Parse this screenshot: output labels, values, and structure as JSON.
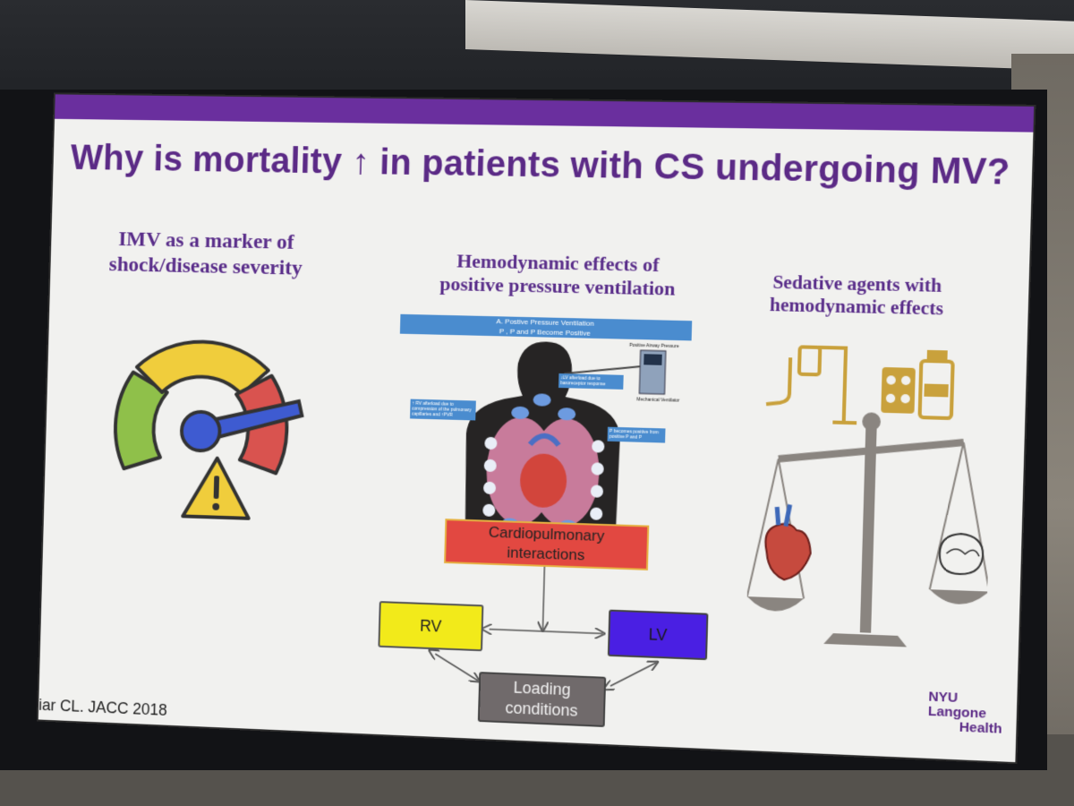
{
  "slide": {
    "title": "Why is mortality ↑ in patients with CS undergoing MV?",
    "columns": [
      {
        "heading_line1": "IMV as a marker of",
        "heading_line2": "shock/disease severity"
      },
      {
        "heading_line1": "Hemodynamic effects of",
        "heading_line2": "positive pressure ventilation"
      },
      {
        "heading_line1": "Sedative agents with",
        "heading_line2": "hemodynamic effects"
      }
    ],
    "ppv_diagram": {
      "header_line1": "A. Postive Pressure Ventilation",
      "header_line2": "P , P and P Become Positive",
      "note_airway": "Positive Airway Pressure",
      "note_ventilator": "Mechanical Ventilator",
      "note_lv": "↓LV afterload due to baroreceptor response",
      "note_rv": "↑ RV afterload due to compression of the pulmonary capillaries and ↑PVR",
      "note_positive": "P becomes positive from positive P and P"
    },
    "flow": {
      "cardio_line1": "Cardiopulmonary",
      "cardio_line2": "interactions",
      "rv": "RV",
      "lv": "LV",
      "loading_line1": "Loading",
      "loading_line2": "conditions"
    },
    "citation": "iar CL. JACC 2018",
    "logo": {
      "line1": "NYU Langone",
      "line2": "Health"
    }
  },
  "colors": {
    "title": "#5b2a86",
    "purple_bar": "#6a2f9e",
    "cardio_box": "#e24841",
    "rv_box": "#f2ea1a",
    "lv_box": "#4a1fe3",
    "loading_box": "#706a6b",
    "gauge_green": "#8fc04a",
    "gauge_yellow": "#f0cd3c",
    "gauge_red": "#d9534f",
    "gauge_needle": "#3e5bd1",
    "sedative_gold": "#c9a13c",
    "scale_gray": "#8a8580"
  },
  "icons": [
    "speedometer-gauge-icon",
    "warning-triangle-icon",
    "iv-drip-icon",
    "pill-bottle-icon",
    "balance-scale-icon",
    "heart-icon",
    "brain-icon"
  ]
}
